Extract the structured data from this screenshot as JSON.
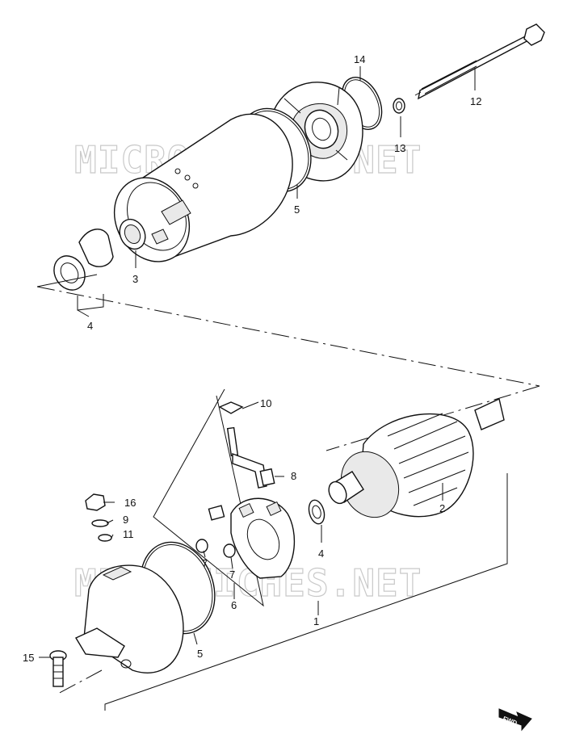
{
  "watermark": "MICROFICHES.NET",
  "fwd_badge": "FWD",
  "callouts": {
    "p1": "1",
    "p2": "2",
    "p3": "3",
    "p4_top": "4",
    "p4_mid": "4",
    "p5_top": "5",
    "p5_bottom": "5",
    "p6": "6",
    "p7_a": "7",
    "p7_b": "7",
    "p8": "8",
    "p9": "9",
    "p10": "10",
    "p11": "11",
    "p12": "12",
    "p13": "13",
    "p14": "14",
    "p15": "15",
    "p16": "16"
  }
}
